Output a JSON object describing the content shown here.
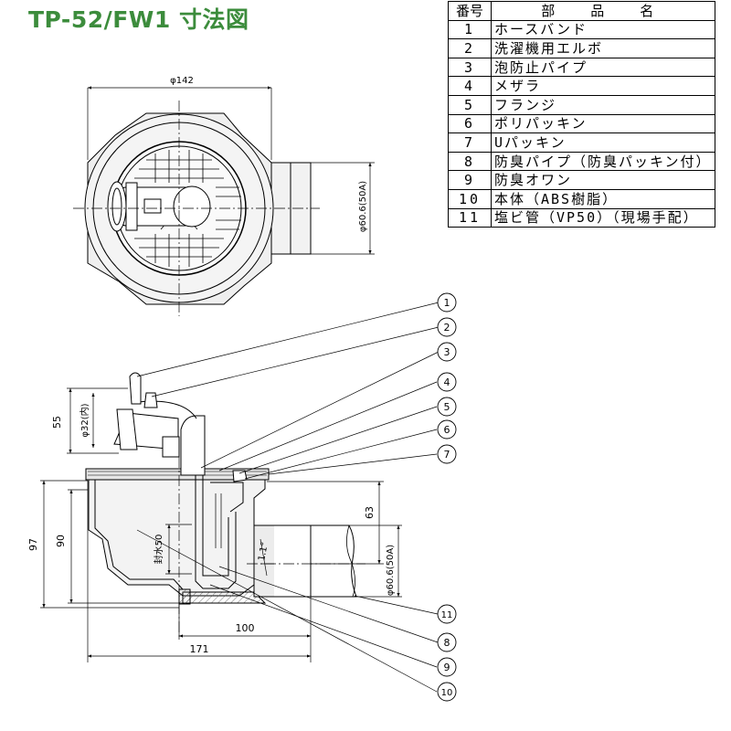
{
  "title": "TP-52/FW1 寸法図",
  "parts_table": {
    "header": {
      "number": "番号",
      "name": "部　品　名"
    },
    "rows": [
      {
        "no": "1",
        "name": "ホースバンド"
      },
      {
        "no": "2",
        "name": "洗濯機用エルボ"
      },
      {
        "no": "3",
        "name": "泡防止パイプ"
      },
      {
        "no": "4",
        "name": "メザラ"
      },
      {
        "no": "5",
        "name": "フランジ"
      },
      {
        "no": "6",
        "name": "ポリパッキン"
      },
      {
        "no": "7",
        "name": "Uパッキン"
      },
      {
        "no": "8",
        "name": "防臭パイプ（防臭パッキン付）"
      },
      {
        "no": "9",
        "name": "防臭オワン"
      },
      {
        "no": "10",
        "name": "本体（ABS樹脂）"
      },
      {
        "no": "11",
        "name": "塩ビ管（VP50）（現場手配）"
      }
    ]
  },
  "top_view": {
    "dim_width": "φ142",
    "dim_outlet": "φ60.6(50A)"
  },
  "section_view": {
    "dim_hose": "φ32(内)",
    "dim_55": "55",
    "dim_97": "97",
    "dim_90": "90",
    "dim_63": "63",
    "dim_100": "100",
    "dim_171": "171",
    "dim_outlet": "φ60.6(50A)",
    "dim_trap": "封水50",
    "slope": "1.1°"
  },
  "callouts": {
    "c1": "1",
    "c2": "2",
    "c3": "3",
    "c4": "4",
    "c5": "5",
    "c6": "6",
    "c7": "7",
    "c8": "8",
    "c9": "9",
    "c10": "10",
    "c11": "11"
  },
  "colors": {
    "title": "#3c8c3c",
    "line": "#000000"
  }
}
